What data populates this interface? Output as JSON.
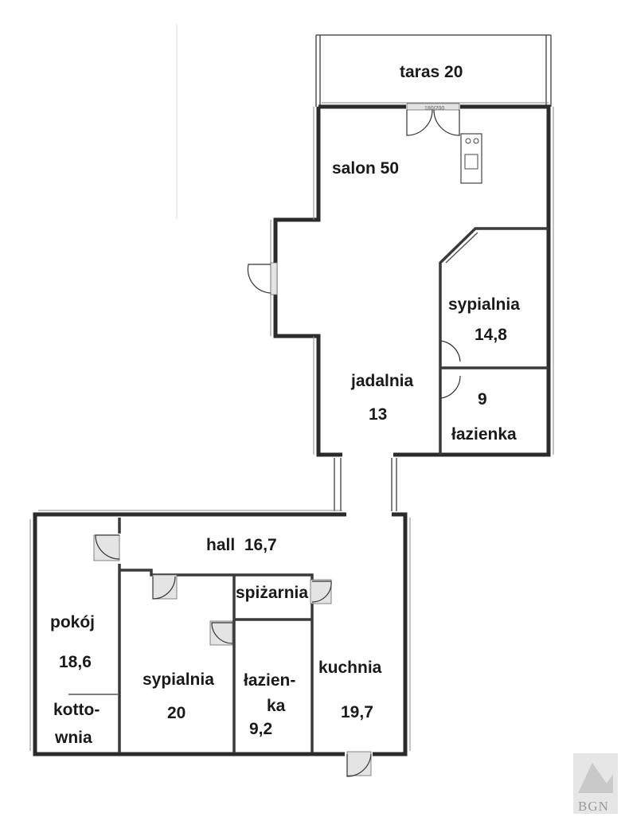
{
  "rooms": {
    "taras": "taras 20",
    "salon": "salon 50",
    "sypialnia_upper_name": "sypialnia",
    "sypialnia_upper_area": "14,8",
    "jadalnia_name": "jadalnia",
    "jadalnia_area": "13",
    "lazienka_upper_area": "9",
    "lazienka_upper_name": "łazienka",
    "hall": "hall  16,7",
    "pokoj_name": "pokój",
    "pokoj_area": "18,6",
    "kottownia_line1": "kotto-",
    "kottownia_line2": "wnia",
    "spizarnia": "spiżarnia",
    "sypialnia_lower_name": "sypialnia",
    "sypialnia_lower_area": "20",
    "lazienka_lower_line1": "łazien-",
    "lazienka_lower_line2": "ka",
    "lazienka_lower_area": "9,2",
    "kuchnia_name": "kuchnia",
    "kuchnia_area": "19,7"
  },
  "watermark": {
    "text": "BGN"
  },
  "colors": {
    "wall": "#2b2b2b",
    "text": "#1a1a1a",
    "background": "#ffffff"
  }
}
